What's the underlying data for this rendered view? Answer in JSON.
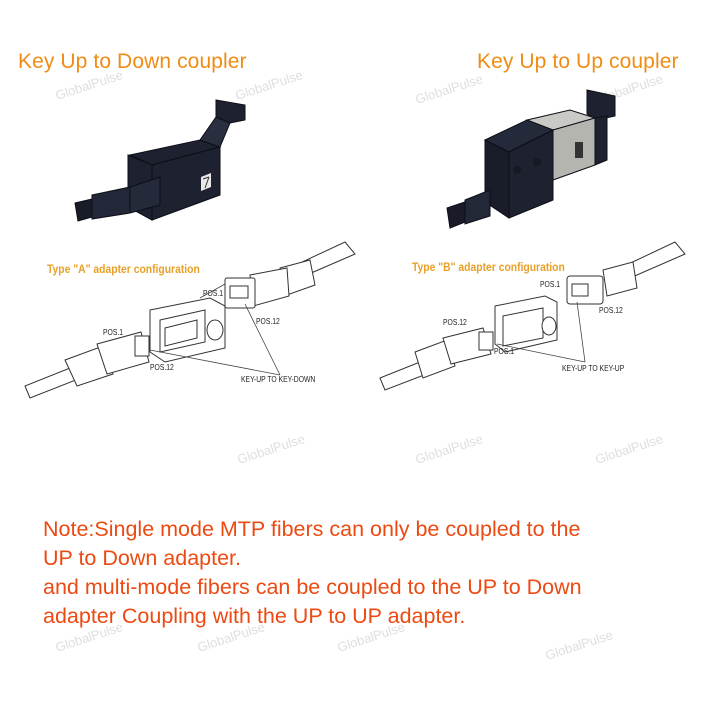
{
  "headings": {
    "left": "Key Up to Down coupler",
    "right": "Key Up to Up coupler"
  },
  "diagrams": {
    "type_a": {
      "title": "Type \"A\" adapter configuration",
      "labels": {
        "right_top": "POS.1",
        "right_bottom": "POS.12",
        "left_top": "POS.1",
        "left_bottom": "POS.12",
        "callout": "KEY-UP TO KEY-DOWN"
      }
    },
    "type_b": {
      "title": "Type \"B\" adapter configuration",
      "labels": {
        "right_top": "POS.1",
        "right_bottom": "POS.12",
        "left_top": "POS.12",
        "left_bottom": "POS.1",
        "callout": "KEY-UP TO KEY-UP"
      }
    }
  },
  "note": {
    "lines": [
      "Note:Single mode MTP fibers can only be coupled to the",
      "UP to Down adapter.",
      "and multi-mode fibers can be coupled to the UP to Down",
      "adapter Coupling with the UP to UP adapter."
    ]
  },
  "watermark": "GlobalPulse",
  "colors": {
    "heading": "#f08c14",
    "config_title": "#e8a028",
    "note": "#ec4a12",
    "adapter_body": "#1e2230",
    "adapter_sleeve": "#b9b9b5",
    "watermark": "#d9d9d9"
  }
}
